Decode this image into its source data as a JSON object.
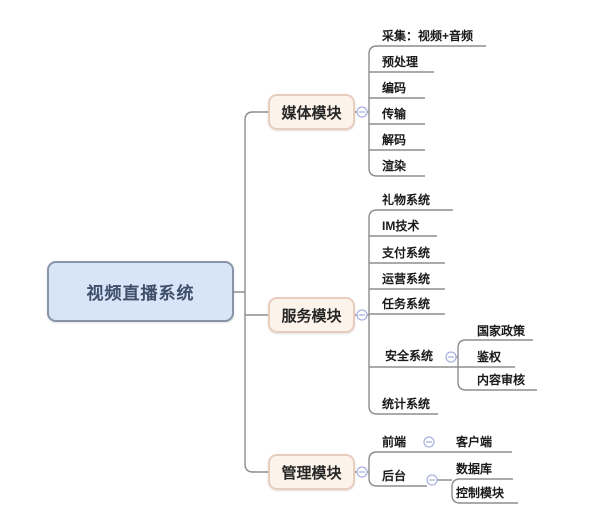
{
  "mindmap": {
    "root": {
      "label": "视频直播系统"
    },
    "branches": [
      {
        "label": "媒体模块",
        "children": [
          {
            "label": "采集：视频+音频"
          },
          {
            "label": "预处理"
          },
          {
            "label": "编码"
          },
          {
            "label": "传输"
          },
          {
            "label": "解码"
          },
          {
            "label": "渲染"
          }
        ]
      },
      {
        "label": "服务模块",
        "children": [
          {
            "label": "礼物系统"
          },
          {
            "label": "IM技术"
          },
          {
            "label": "支付系统"
          },
          {
            "label": "运营系统"
          },
          {
            "label": "任务系统"
          },
          {
            "label": "安全系统",
            "children": [
              {
                "label": "国家政策"
              },
              {
                "label": "鉴权"
              },
              {
                "label": "内容审核"
              }
            ]
          },
          {
            "label": "统计系统"
          }
        ]
      },
      {
        "label": "管理模块",
        "children": [
          {
            "label": "前端",
            "children": [
              {
                "label": "客户端"
              }
            ]
          },
          {
            "label": "后台",
            "children": [
              {
                "label": "数据库"
              },
              {
                "label": "控制模块"
              }
            ]
          }
        ]
      }
    ],
    "toggle_icon": "minus",
    "colors": {
      "root_fill": "#D8E5F8",
      "root_border": "#8794A9",
      "root_text": "#3F4E69",
      "module_fill": "#FCF4EB",
      "module_border": "#E8CDBD",
      "node_text": "#1A1A1A",
      "line": "#8D8D8D",
      "toggle": "#A9B3DF"
    }
  }
}
